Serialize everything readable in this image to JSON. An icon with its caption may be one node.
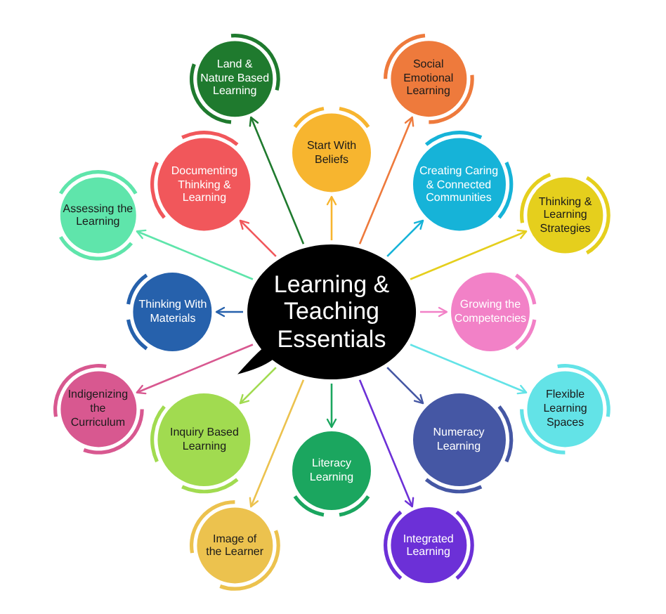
{
  "diagram": {
    "nodes": [
      {
        "text": [
          "Learning & Teaching Essentials"
        ]
      },
      {
        "text": [
          "Land & Nature Based Learning"
        ]
      },
      {
        "text": [
          "Social Emotional Learning"
        ]
      },
      {
        "text": [
          "Start With Beliefs"
        ]
      },
      {
        "text": [
          "Assessing the Learning"
        ]
      },
      {
        "text": [
          "Documenting Thinking & Learning"
        ]
      },
      {
        "text": [
          "Creating Caring & Connected Communities"
        ]
      },
      {
        "text": [
          "Thinking & Learning Strategies"
        ]
      },
      {
        "text": [
          "Thinking With Materials"
        ]
      },
      {
        "text": [
          "Growing the Competencies"
        ]
      },
      {
        "text": [
          "Indigenizing the Curriculum"
        ]
      },
      {
        "text": [
          "Inquiry Based Learning"
        ]
      },
      {
        "text": [
          "Numeracy Learning"
        ]
      },
      {
        "text": [
          "Flexible Learning Spaces"
        ]
      },
      {
        "text": [
          "Literacy Learning"
        ]
      },
      {
        "text": [
          "Image of the Learner"
        ]
      },
      {
        "text": [
          "Integrated Learning"
        ]
      }
    ],
    "edges": [
      {
        "from": 0,
        "to": 1,
        "arrow": "to",
        "color": "#1f7a2e"
      },
      {
        "from": 0,
        "to": 2,
        "arrow": "to",
        "color": "#ee7a3c"
      },
      {
        "from": 0,
        "to": 3,
        "arrow": "to",
        "color": "#f7b52f"
      },
      {
        "from": 0,
        "to": 4,
        "arrow": "to",
        "color": "#5fe5ab"
      },
      {
        "from": 0,
        "to": 5,
        "arrow": "to",
        "color": "#f1575b"
      },
      {
        "from": 0,
        "to": 6,
        "arrow": "to",
        "color": "#16b3d8"
      },
      {
        "from": 0,
        "to": 7,
        "arrow": "to",
        "color": "#e5cf1d"
      },
      {
        "from": 0,
        "to": 8,
        "arrow": "to",
        "color": "#2661ac"
      },
      {
        "from": 0,
        "to": 9,
        "arrow": "to",
        "color": "#f281c7"
      },
      {
        "from": 0,
        "to": 10,
        "arrow": "to",
        "color": "#d85890"
      },
      {
        "from": 0,
        "to": 11,
        "arrow": "to",
        "color": "#a1db50"
      },
      {
        "from": 0,
        "to": 12,
        "arrow": "to",
        "color": "#4557a4"
      },
      {
        "from": 0,
        "to": 13,
        "arrow": "to",
        "color": "#63e3e7"
      },
      {
        "from": 0,
        "to": 14,
        "arrow": "to",
        "color": "#1ba65f"
      },
      {
        "from": 0,
        "to": 15,
        "arrow": "to",
        "color": "#ecc24e"
      },
      {
        "from": 0,
        "to": 16,
        "arrow": "to",
        "color": "#6c30d7"
      }
    ]
  }
}
